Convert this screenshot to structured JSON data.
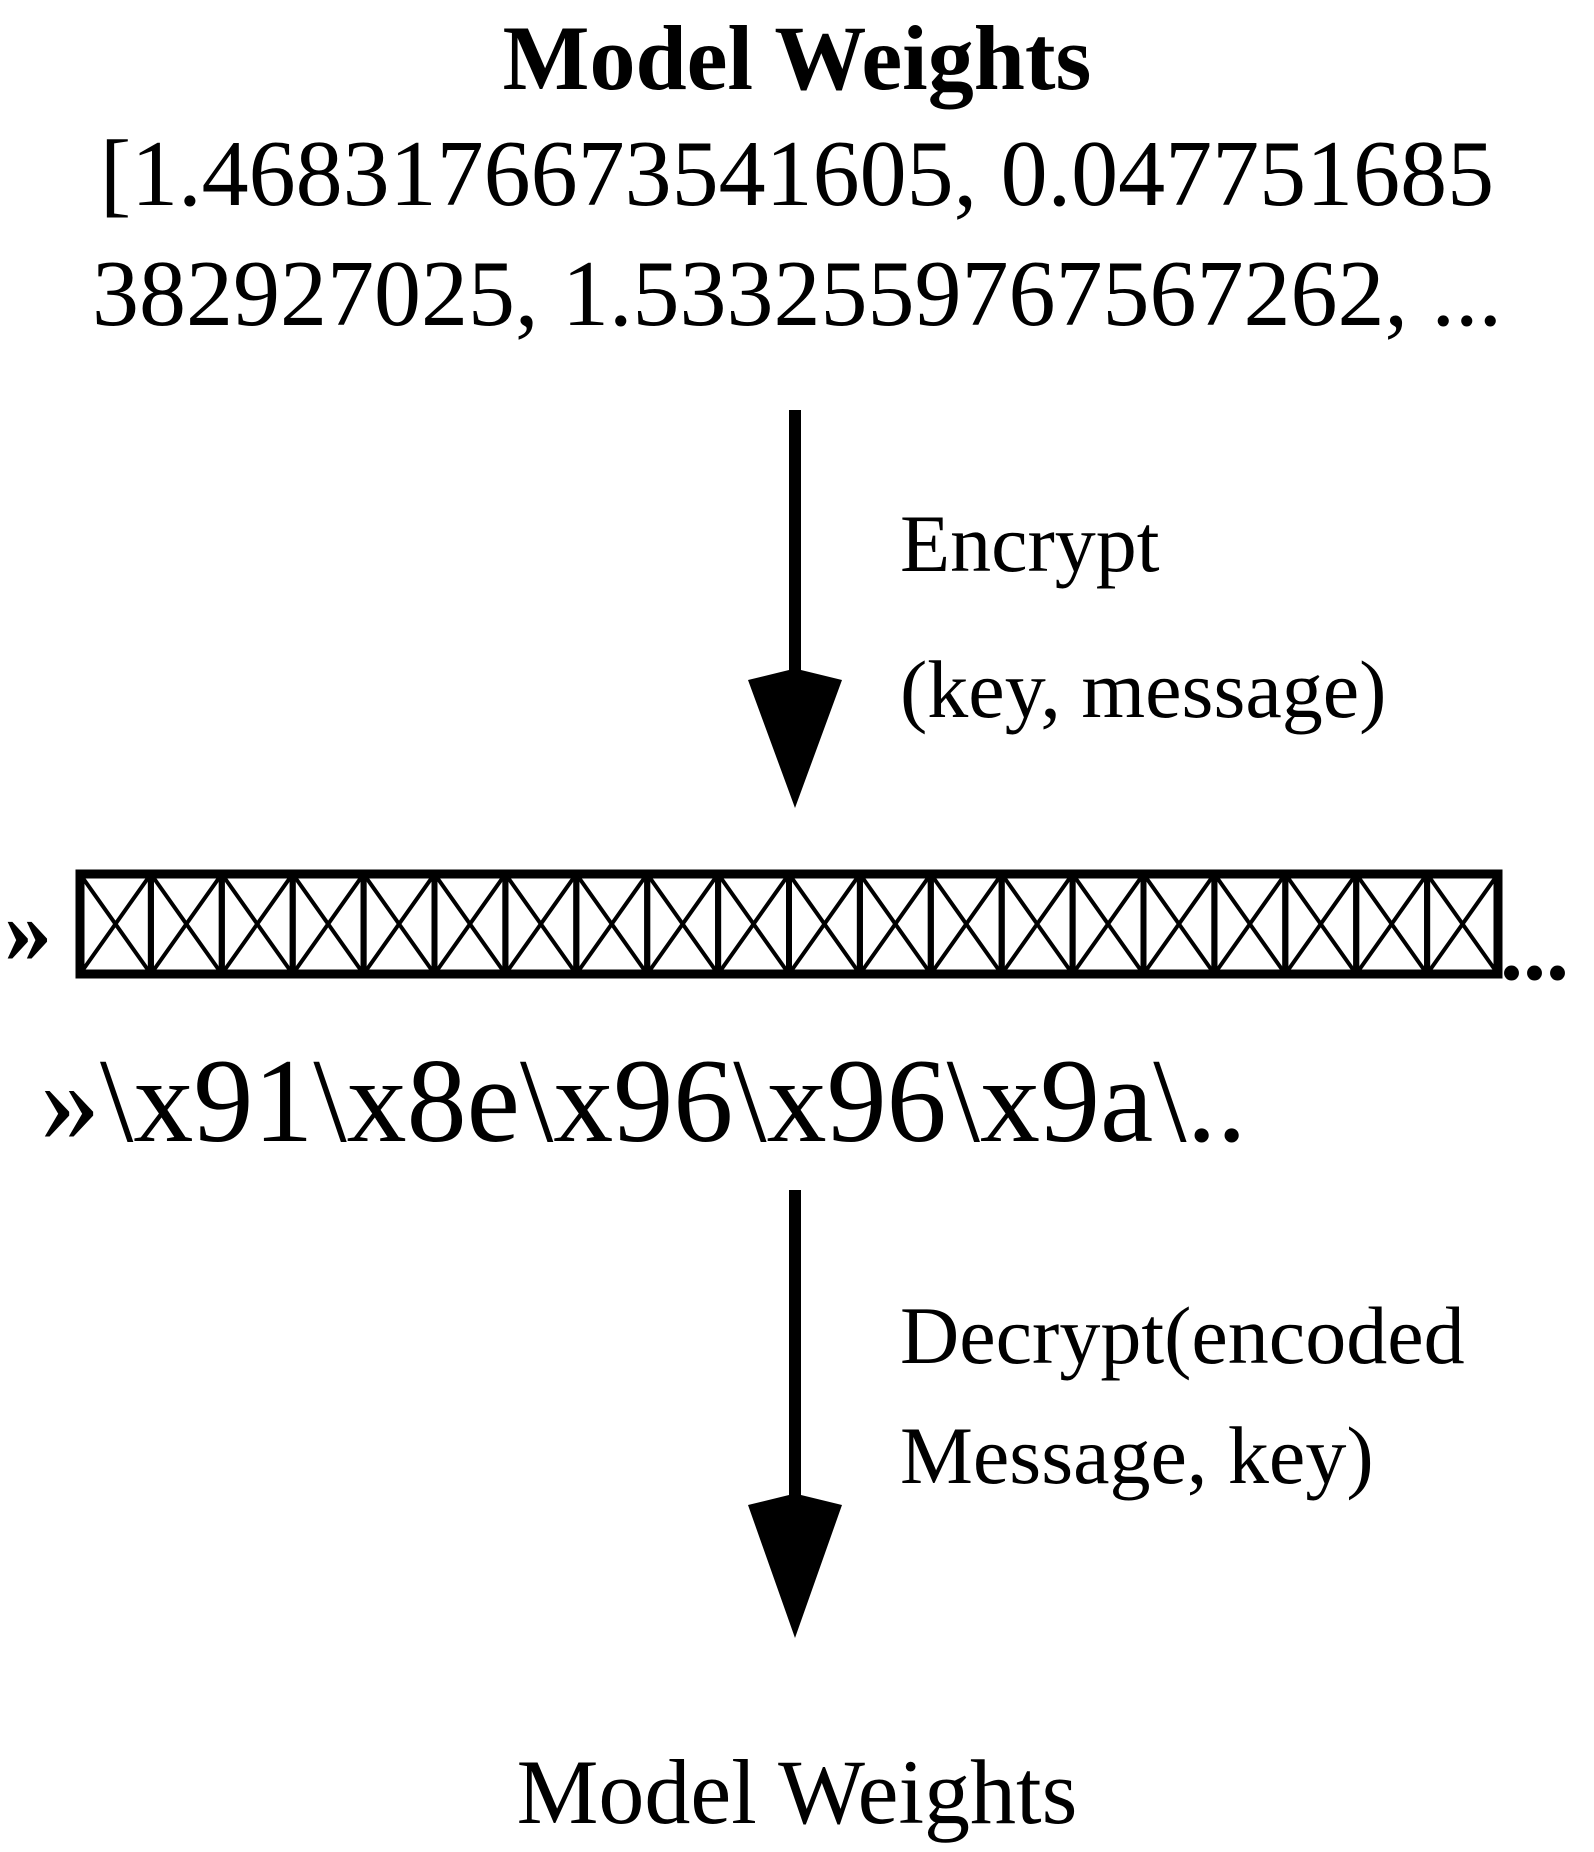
{
  "diagram": {
    "top_title": "Model Weights",
    "weights_line_1": "[1.4683176673541605, 0.047751685",
    "weights_line_2": "382927025, 1.5332559767567262, ...",
    "encrypt_label_line_1": "Encrypt",
    "encrypt_label_line_2": "(key, message)",
    "cipher_prefix": "»",
    "cipher_suffix": "...",
    "encoded_text": "»\\x91\\x8e\\x96\\x96\\x9a\\..",
    "decrypt_label_line_1": "Decrypt(encoded",
    "decrypt_label_line_2": "Message, key)",
    "bottom_title": "Model Weights"
  },
  "colors": {
    "foreground": "#000000",
    "background": "#ffffff"
  },
  "icons": {
    "arrows": "down-arrow-icon",
    "cipher_blocks": "crossed-box-icon"
  }
}
